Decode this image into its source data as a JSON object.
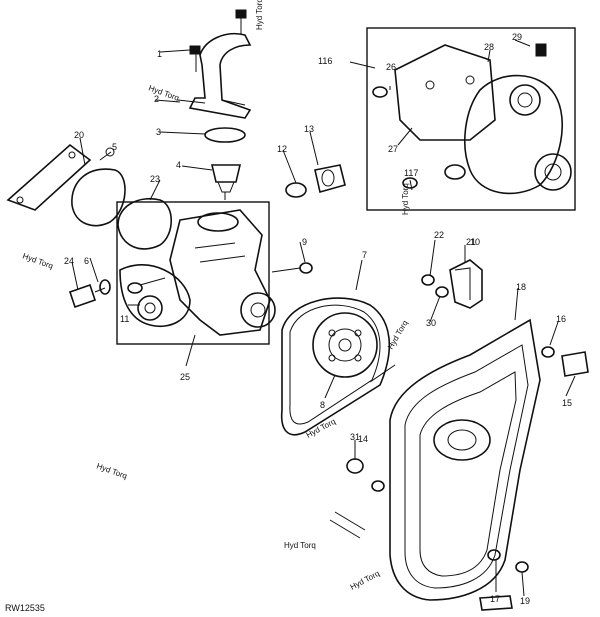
{
  "diagram": {
    "callouts": [
      "1",
      "2",
      "3",
      "4",
      "5",
      "6",
      "7",
      "8",
      "9",
      "10",
      "11",
      "12",
      "13",
      "14",
      "15",
      "16",
      "17",
      "18",
      "19",
      "20",
      "21",
      "22",
      "23",
      "24",
      "25",
      "26",
      "27",
      "28",
      "29",
      "30",
      "31",
      "116",
      "117"
    ],
    "rotated_labels": [
      "Hyd Torq",
      "Hyd Torq",
      "Hyd Torq",
      "Hyd Torq",
      "Hyd Torq",
      "Hyd Torq",
      "Hyd Torq",
      "Hyd Torq",
      "Hyd Torq"
    ],
    "figure_id": "RW12535"
  }
}
